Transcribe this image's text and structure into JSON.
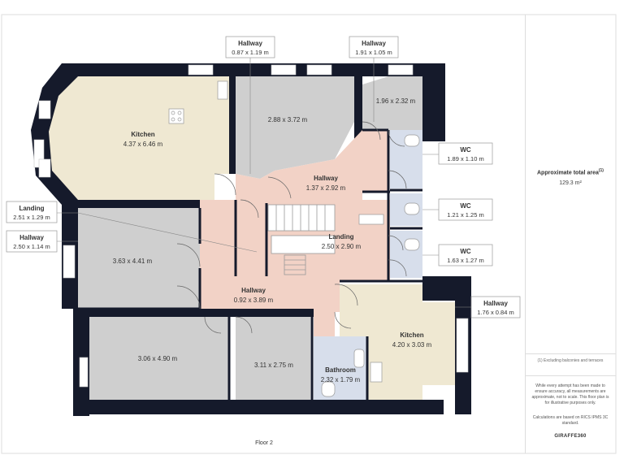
{
  "floor_label": "Floor 2",
  "rooms": [
    {
      "id": "kitchen-1",
      "name": "Kitchen",
      "dims": "4.37 x 6.46 m"
    },
    {
      "id": "room-288",
      "name": "",
      "dims": "2.88 x 3.72 m"
    },
    {
      "id": "room-196",
      "name": "",
      "dims": "1.96 x 2.32 m"
    },
    {
      "id": "hallway-center",
      "name": "Hallway",
      "dims": "1.37 x 2.92 m"
    },
    {
      "id": "landing-center",
      "name": "Landing",
      "dims": "2.50 x 2.90 m"
    },
    {
      "id": "room-363",
      "name": "",
      "dims": "3.63 x 4.41 m"
    },
    {
      "id": "hallway-lower",
      "name": "Hallway",
      "dims": "0.92 x 3.89 m"
    },
    {
      "id": "room-306",
      "name": "",
      "dims": "3.06 x 4.90 m"
    },
    {
      "id": "room-311",
      "name": "",
      "dims": "3.11 x 2.75 m"
    },
    {
      "id": "bathroom",
      "name": "Bathroom",
      "dims": "2.32 x 1.79 m"
    },
    {
      "id": "kitchen-2",
      "name": "Kitchen",
      "dims": "4.20 x 3.03 m"
    }
  ],
  "callouts": [
    {
      "id": "hallway-top-1",
      "name": "Hallway",
      "dims": "0.87 x 1.19 m"
    },
    {
      "id": "hallway-top-2",
      "name": "Hallway",
      "dims": "1.91 x 1.05 m"
    },
    {
      "id": "wc-1",
      "name": "WC",
      "dims": "1.89 x 1.10 m"
    },
    {
      "id": "wc-2",
      "name": "WC",
      "dims": "1.21 x 1.25 m"
    },
    {
      "id": "wc-3",
      "name": "WC",
      "dims": "1.63 x 1.27 m"
    },
    {
      "id": "landing-left",
      "name": "Landing",
      "dims": "2.51 x 1.29 m"
    },
    {
      "id": "hallway-left",
      "name": "Hallway",
      "dims": "2.50 x 1.14 m"
    },
    {
      "id": "hallway-right",
      "name": "Hallway",
      "dims": "1.76 x 0.84 m"
    }
  ],
  "summary": {
    "title": "Approximate total area",
    "title_superscript": "(1)",
    "value": "129.3 m²",
    "footnote": "(1) Excluding balconies and terraces",
    "disclaimer": "While every attempt has been made to ensure accuracy, all measurements are approximate, not to scale. This floor plan is for illustrative purposes only.",
    "calc_note": "Calculations are based on RICS IPMS 3C standard.",
    "brand": "GIRAFFE360"
  },
  "colors": {
    "wall": "#151a2b",
    "kitchen": "#efe8d2",
    "bedroom": "#cfcfcf",
    "hallway": "#f2d2c6",
    "wet_room": "#d7deeb",
    "window": "#ffffff",
    "label_border": "#999999"
  }
}
